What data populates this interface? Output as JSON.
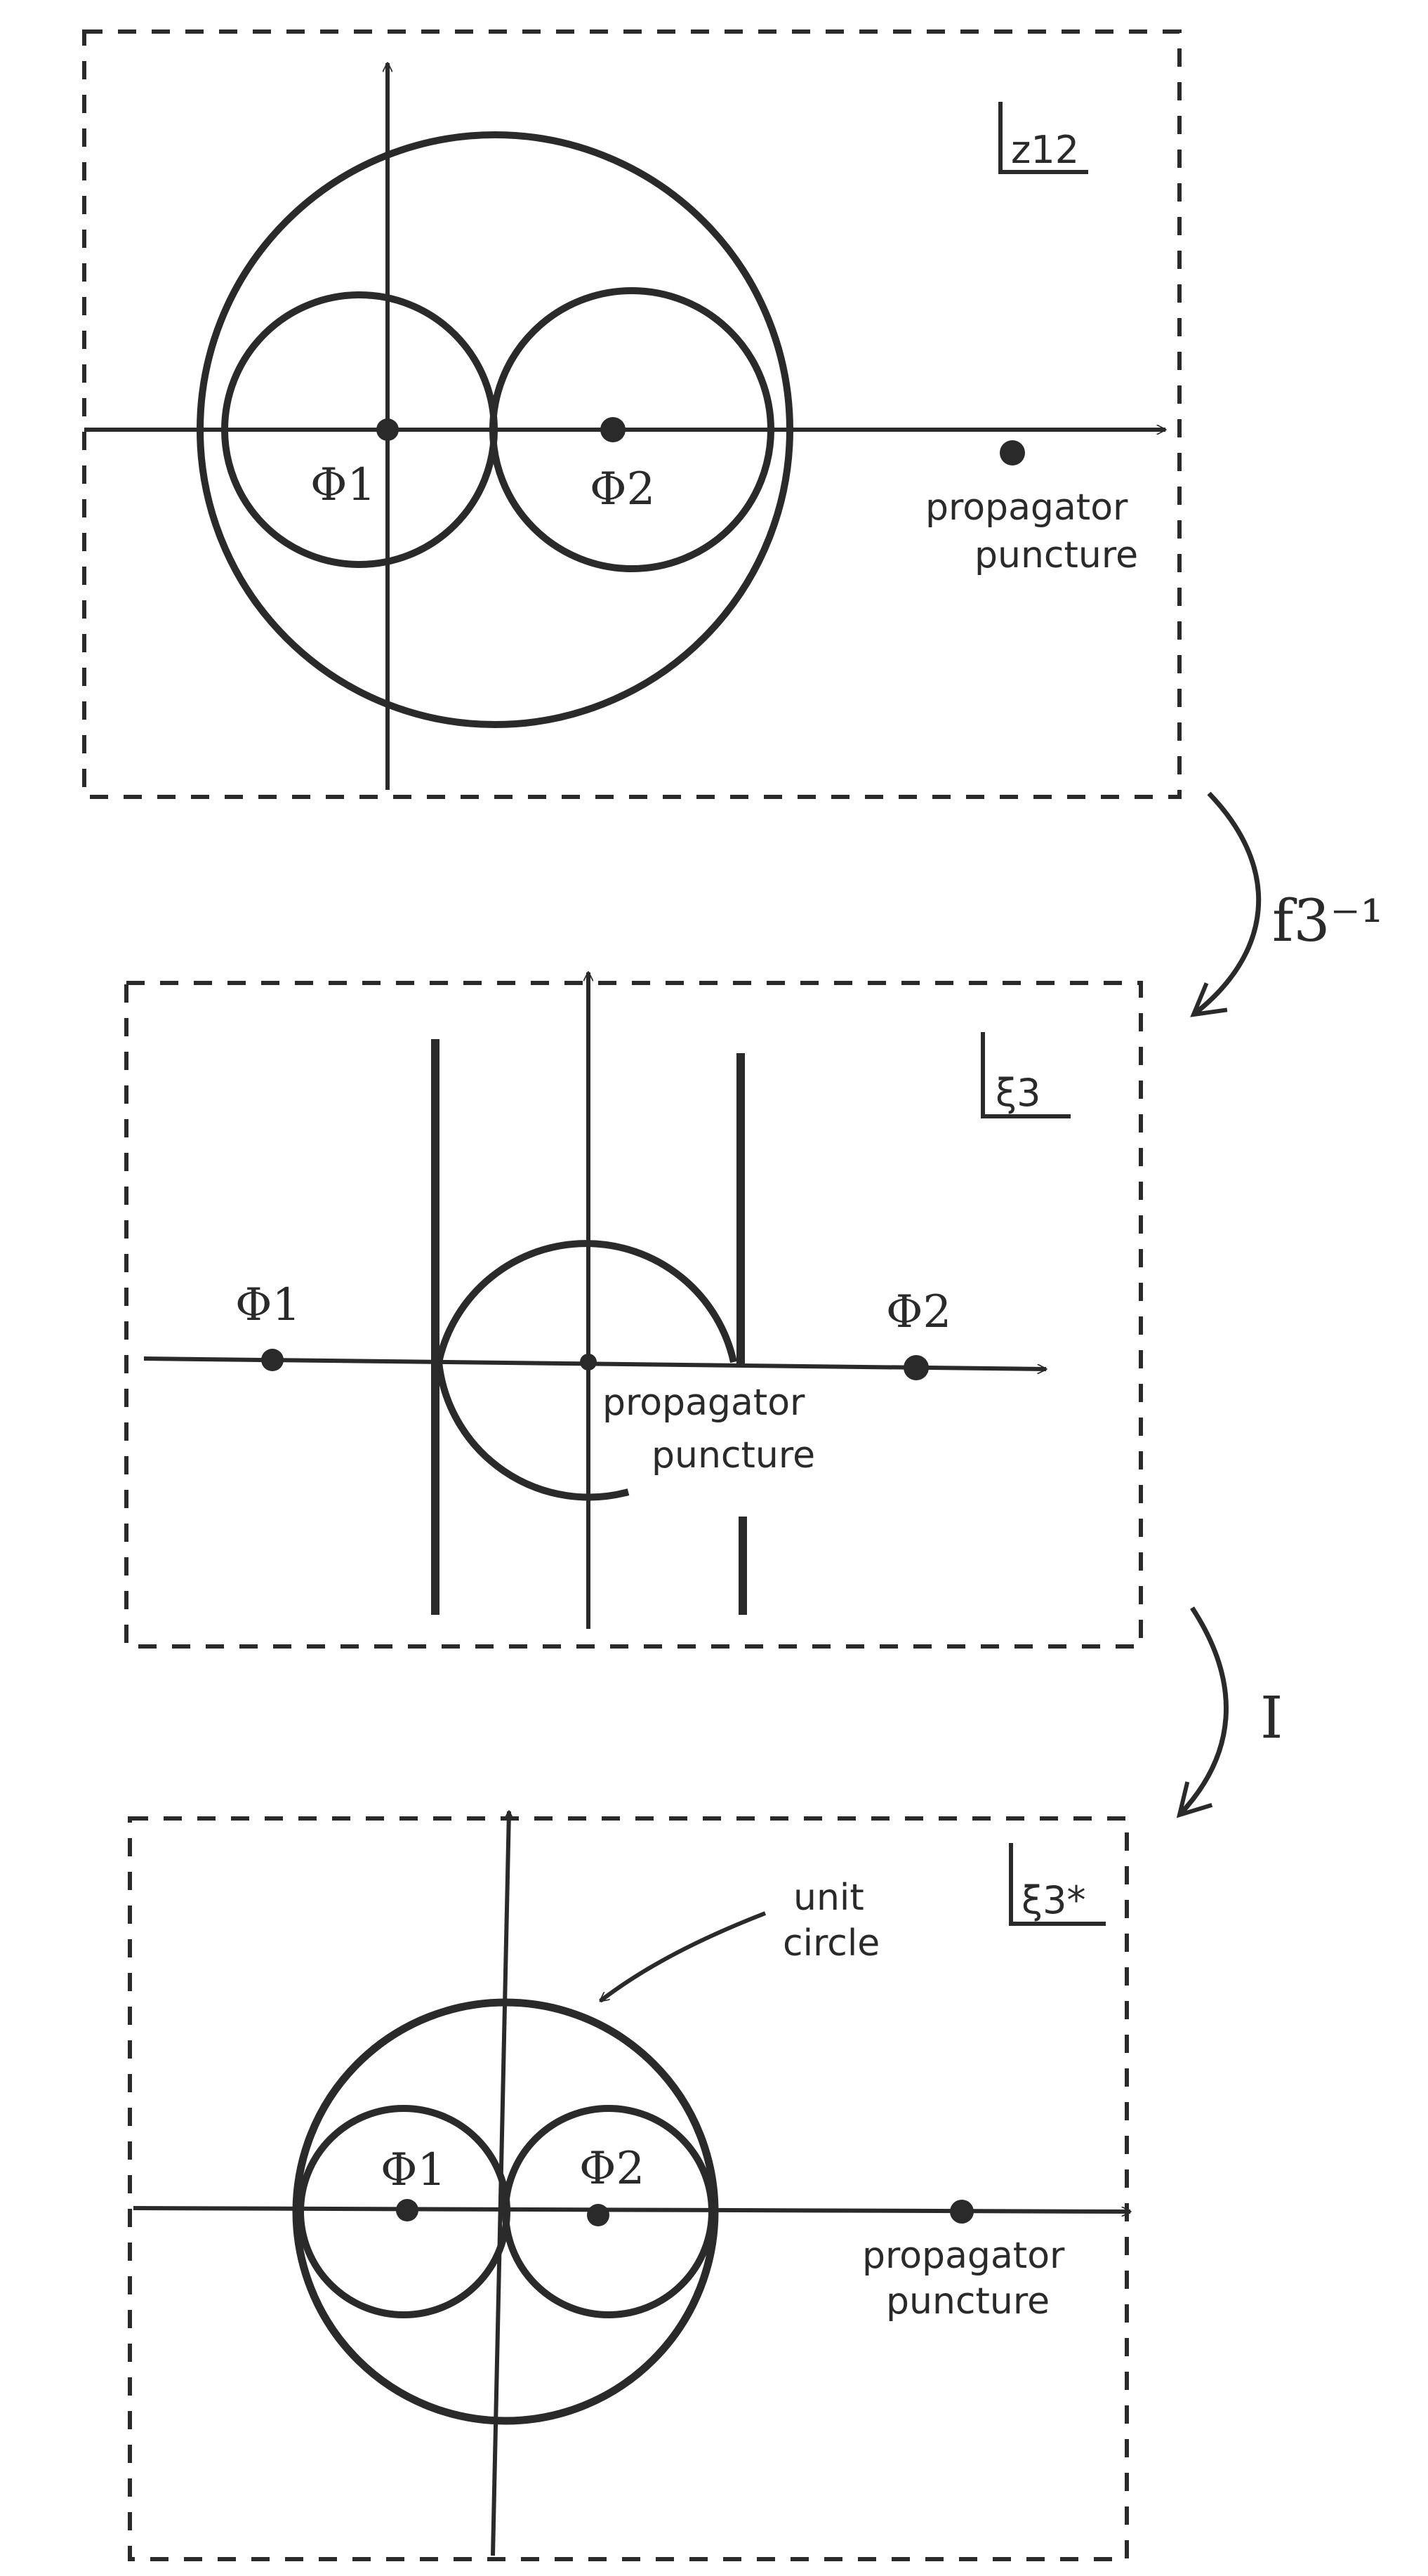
{
  "panels": {
    "top": {
      "coordinate": "z12",
      "phi1": "Φ1",
      "phi2": "Φ2",
      "puncture_line1": "propagator",
      "puncture_line2": "puncture"
    },
    "middle": {
      "coordinate": "ξ3",
      "phi1": "Φ1",
      "phi2": "Φ2",
      "puncture_line1": "propagator",
      "puncture_line2": "puncture"
    },
    "bottom": {
      "coordinate": "ξ3*",
      "phi1": "Φ1",
      "phi2": "Φ2",
      "puncture_line1": "propagator",
      "puncture_line2": "puncture",
      "unit_circle_line1": "unit",
      "unit_circle_line2": "circle"
    }
  },
  "maps": {
    "first": "f3⁻¹",
    "second": "I"
  },
  "colors": {
    "ink": "#2a2a2a",
    "paper": "#ffffff"
  }
}
